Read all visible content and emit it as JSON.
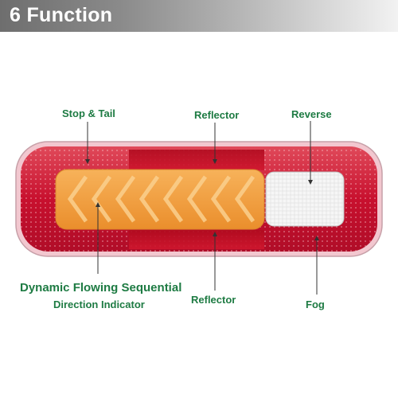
{
  "header": {
    "title": "6 Function"
  },
  "labels": {
    "stop_tail": "Stop & Tail",
    "reflector_top": "Reflector",
    "reverse": "Reverse",
    "dynamic_line1": "Dynamic Flowing Sequential",
    "dynamic_line2": "Direction Indicator",
    "reflector_bottom": "Reflector",
    "fog": "Fog"
  },
  "colors": {
    "header_gradient_start": "#6e6e6e",
    "header_gradient_end": "#f2f2f2",
    "label_green": "#1e7b43",
    "lamp_red": "#c8102e",
    "indicator_amber": "#f2a03a",
    "reverse_white": "#f4f4f4"
  }
}
